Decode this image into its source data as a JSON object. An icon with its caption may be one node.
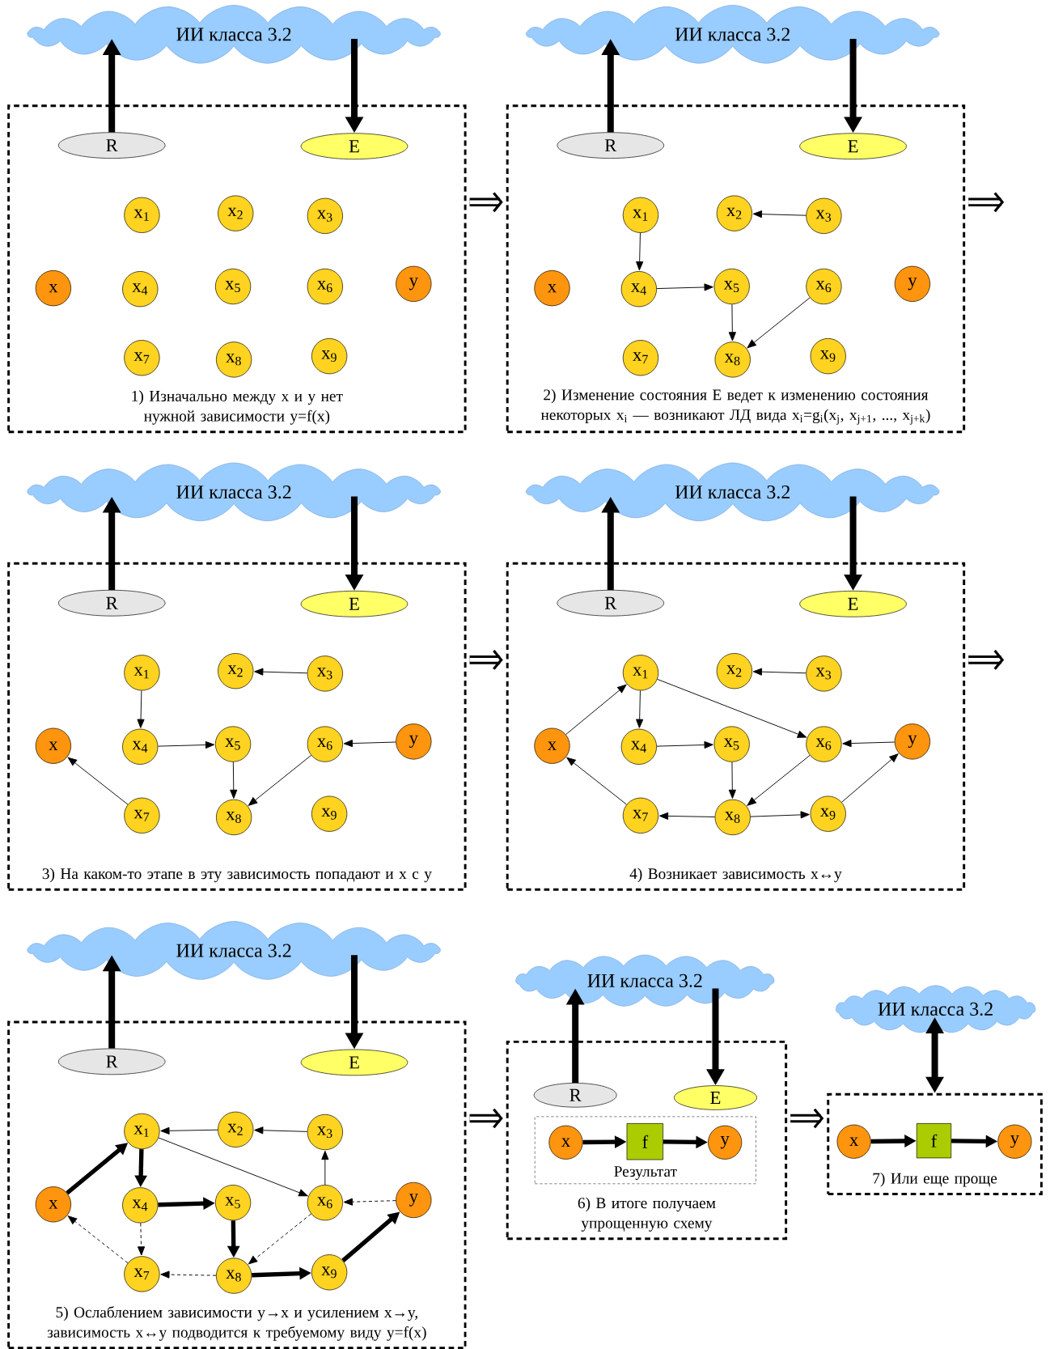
{
  "diagram": {
    "nodes": [
      {
        "text": [
          "ИИ класса 3.2"
        ]
      },
      {
        "text": [
          "1) Изначально между x и y нет нужной зависимости y=f(x)"
        ]
      },
      {
        "text": [
          "R"
        ],
        "in": 1
      },
      {
        "text": [
          "E"
        ],
        "in": 1
      },
      {
        "text": [
          "x"
        ],
        "in": 1
      },
      {
        "text": [
          "x$_{1}$"
        ],
        "in": 1
      },
      {
        "text": [
          "x$_{2}$"
        ],
        "in": 1
      },
      {
        "text": [
          "x$_{3}$"
        ],
        "in": 1
      },
      {
        "text": [
          "x$_{4}$"
        ],
        "in": 1
      },
      {
        "text": [
          "x$_{5}$"
        ],
        "in": 1
      },
      {
        "text": [
          "x$_{6}$"
        ],
        "in": 1
      },
      {
        "text": [
          "x$_{7}$"
        ],
        "in": 1
      },
      {
        "text": [
          "x$_{8}$"
        ],
        "in": 1
      },
      {
        "text": [
          "x$_{9}$"
        ],
        "in": 1
      },
      {
        "text": [
          "y"
        ],
        "in": 1
      },
      {
        "text": [
          "ИИ класса 3.2"
        ]
      },
      {
        "text": [
          "2) Изменение состояния E ведет к изменению состояния некоторых x$_{i}$ — возникают ЛД вида x$_{i}$=g$_{i}$(x$_{j}$, x$_{j+1}$, ..., x$_{j+k}$)"
        ]
      },
      {
        "text": [
          "R"
        ],
        "in": 16
      },
      {
        "text": [
          "E"
        ],
        "in": 16
      },
      {
        "text": [
          "x"
        ],
        "in": 16
      },
      {
        "text": [
          "x$_{1}$"
        ],
        "in": 16
      },
      {
        "text": [
          "x$_{2}$"
        ],
        "in": 16
      },
      {
        "text": [
          "x$_{3}$"
        ],
        "in": 16
      },
      {
        "text": [
          "x$_{4}$"
        ],
        "in": 16
      },
      {
        "text": [
          "x$_{5}$"
        ],
        "in": 16
      },
      {
        "text": [
          "x$_{6}$"
        ],
        "in": 16
      },
      {
        "text": [
          "x$_{7}$"
        ],
        "in": 16
      },
      {
        "text": [
          "x$_{8}$"
        ],
        "in": 16
      },
      {
        "text": [
          "x$_{9}$"
        ],
        "in": 16
      },
      {
        "text": [
          "y"
        ],
        "in": 16
      },
      {
        "text": [
          "ИИ класса 3.2"
        ]
      },
      {
        "text": [
          "3) На каком-то этапе в эту зависимость попадают и x с y"
        ]
      },
      {
        "text": [
          "R"
        ],
        "in": 31
      },
      {
        "text": [
          "E"
        ],
        "in": 31
      },
      {
        "text": [
          "x"
        ],
        "in": 31
      },
      {
        "text": [
          "x$_{1}$"
        ],
        "in": 31
      },
      {
        "text": [
          "x$_{2}$"
        ],
        "in": 31
      },
      {
        "text": [
          "x$_{3}$"
        ],
        "in": 31
      },
      {
        "text": [
          "x$_{4}$"
        ],
        "in": 31
      },
      {
        "text": [
          "x$_{5}$"
        ],
        "in": 31
      },
      {
        "text": [
          "x$_{6}$"
        ],
        "in": 31
      },
      {
        "text": [
          "x$_{7}$"
        ],
        "in": 31
      },
      {
        "text": [
          "x$_{8}$"
        ],
        "in": 31
      },
      {
        "text": [
          "x$_{9}$"
        ],
        "in": 31
      },
      {
        "text": [
          "y"
        ],
        "in": 31
      },
      {
        "text": [
          "ИИ класса 3.2"
        ]
      },
      {
        "text": [
          "4) Возникает зависимость x↔y"
        ]
      },
      {
        "text": [
          "R"
        ],
        "in": 46
      },
      {
        "text": [
          "E"
        ],
        "in": 46
      },
      {
        "text": [
          "x"
        ],
        "in": 46
      },
      {
        "text": [
          "x$_{1}$"
        ],
        "in": 46
      },
      {
        "text": [
          "x$_{2}$"
        ],
        "in": 46
      },
      {
        "text": [
          "x$_{3}$"
        ],
        "in": 46
      },
      {
        "text": [
          "x$_{4}$"
        ],
        "in": 46
      },
      {
        "text": [
          "x$_{5}$"
        ],
        "in": 46
      },
      {
        "text": [
          "x$_{6}$"
        ],
        "in": 46
      },
      {
        "text": [
          "x$_{7}$"
        ],
        "in": 46
      },
      {
        "text": [
          "x$_{8}$"
        ],
        "in": 46
      },
      {
        "text": [
          "x$_{9}$"
        ],
        "in": 46
      },
      {
        "text": [
          "y"
        ],
        "in": 46
      },
      {
        "text": [
          "ИИ класса 3.2"
        ]
      },
      {
        "text": [
          "5) Ослаблением зависимости y→x и усилением x→y, зависимость x↔y подводится к требуемому виду y=f(x)"
        ]
      },
      {
        "text": [
          "R"
        ],
        "in": 61
      },
      {
        "text": [
          "E"
        ],
        "in": 61
      },
      {
        "text": [
          "x"
        ],
        "in": 61
      },
      {
        "text": [
          "x$_{1}$"
        ],
        "in": 61
      },
      {
        "text": [
          "x$_{2}$"
        ],
        "in": 61
      },
      {
        "text": [
          "x$_{3}$"
        ],
        "in": 61
      },
      {
        "text": [
          "x$_{4}$"
        ],
        "in": 61
      },
      {
        "text": [
          "x$_{5}$"
        ],
        "in": 61
      },
      {
        "text": [
          "x$_{6}$"
        ],
        "in": 61
      },
      {
        "text": [
          "x$_{7}$"
        ],
        "in": 61
      },
      {
        "text": [
          "x$_{8}$"
        ],
        "in": 61
      },
      {
        "text": [
          "x$_{9}$"
        ],
        "in": 61
      },
      {
        "text": [
          "y"
        ],
        "in": 61
      },
      {
        "text": [
          "ИИ класса 3.2"
        ]
      },
      {
        "text": [
          "6) В итоге получаем упрощенную схему"
        ]
      },
      {
        "text": [
          "R"
        ],
        "in": 76
      },
      {
        "text": [
          "E"
        ],
        "in": 76
      },
      {
        "text": [
          "Результат"
        ],
        "in": 76
      },
      {
        "text": [
          "x"
        ],
        "in": 79
      },
      {
        "text": [
          "f"
        ],
        "in": 79
      },
      {
        "text": [
          "y"
        ],
        "in": 79
      },
      {
        "text": [
          "ИИ класса 3.2"
        ]
      },
      {
        "text": [
          "7) Или еще проще"
        ]
      },
      {
        "text": [
          "x"
        ],
        "in": 84
      },
      {
        "text": [
          "f"
        ],
        "in": 84
      },
      {
        "text": [
          "y"
        ],
        "in": 84
      }
    ],
    "edges": [
      {
        "from": 2,
        "to": 0,
        "arrow": "to",
        "style": "thick"
      },
      {
        "from": 0,
        "to": 3,
        "arrow": "to",
        "style": "thick"
      },
      {
        "from": 1,
        "to": 16,
        "arrow": "to",
        "style": "thick"
      },
      {
        "from": 17,
        "to": 15,
        "arrow": "to",
        "style": "thick"
      },
      {
        "from": 15,
        "to": 18,
        "arrow": "to",
        "style": "thick"
      },
      {
        "from": 20,
        "to": 23,
        "arrow": "to"
      },
      {
        "from": 22,
        "to": 21,
        "arrow": "to"
      },
      {
        "from": 23,
        "to": 24,
        "arrow": "to"
      },
      {
        "from": 24,
        "to": 27,
        "arrow": "to"
      },
      {
        "from": 25,
        "to": 27,
        "arrow": "to"
      },
      {
        "from": 16,
        "to": null,
        "arrow": "to",
        "style": "thick"
      },
      {
        "from": 32,
        "to": 30,
        "arrow": "to",
        "style": "thick"
      },
      {
        "from": 30,
        "to": 33,
        "arrow": "to",
        "style": "thick"
      },
      {
        "from": 35,
        "to": 38,
        "arrow": "to"
      },
      {
        "from": 37,
        "to": 36,
        "arrow": "to"
      },
      {
        "from": 38,
        "to": 39,
        "arrow": "to"
      },
      {
        "from": 39,
        "to": 42,
        "arrow": "to"
      },
      {
        "from": 40,
        "to": 42,
        "arrow": "to"
      },
      {
        "from": 41,
        "to": 34,
        "arrow": "to"
      },
      {
        "from": 44,
        "to": 40,
        "arrow": "to"
      },
      {
        "from": 31,
        "to": 46,
        "arrow": "to",
        "style": "thick"
      },
      {
        "from": 47,
        "to": 45,
        "arrow": "to",
        "style": "thick"
      },
      {
        "from": 45,
        "to": 48,
        "arrow": "to",
        "style": "thick"
      },
      {
        "from": 49,
        "to": 50,
        "arrow": "to"
      },
      {
        "from": 50,
        "to": 53,
        "arrow": "to"
      },
      {
        "from": 50,
        "to": 55,
        "arrow": "to"
      },
      {
        "from": 52,
        "to": 51,
        "arrow": "to"
      },
      {
        "from": 53,
        "to": 54,
        "arrow": "to"
      },
      {
        "from": 54,
        "to": 57,
        "arrow": "to"
      },
      {
        "from": 55,
        "to": 57,
        "arrow": "to"
      },
      {
        "from": 59,
        "to": 55,
        "arrow": "to"
      },
      {
        "from": 57,
        "to": 56,
        "arrow": "to"
      },
      {
        "from": 56,
        "to": 49,
        "arrow": "to"
      },
      {
        "from": 57,
        "to": 58,
        "arrow": "to"
      },
      {
        "from": 58,
        "to": 59,
        "arrow": "to"
      },
      {
        "from": 46,
        "to": null,
        "arrow": "to",
        "style": "thick"
      },
      {
        "from": 62,
        "to": 60,
        "arrow": "to",
        "style": "thick"
      },
      {
        "from": 60,
        "to": 63,
        "arrow": "to",
        "style": "thick"
      },
      {
        "from": 64,
        "to": 65,
        "arrow": "to",
        "style": "thick"
      },
      {
        "from": 65,
        "to": 68,
        "arrow": "to",
        "style": "thick"
      },
      {
        "from": 66,
        "to": 65,
        "arrow": "to"
      },
      {
        "from": 67,
        "to": 66,
        "arrow": "to"
      },
      {
        "from": 65,
        "to": 70,
        "arrow": "to"
      },
      {
        "from": 70,
        "to": 67,
        "arrow": "to"
      },
      {
        "from": 68,
        "to": 69,
        "arrow": "to",
        "style": "thick"
      },
      {
        "from": 68,
        "to": 71,
        "arrow": "to",
        "style": "dashed"
      },
      {
        "from": 69,
        "to": 72,
        "arrow": "to",
        "style": "thick"
      },
      {
        "from": 70,
        "to": 72,
        "arrow": "to",
        "style": "dashed"
      },
      {
        "from": 74,
        "to": 70,
        "arrow": "to",
        "style": "dashed"
      },
      {
        "from": 71,
        "to": 64,
        "arrow": "to",
        "style": "dashed"
      },
      {
        "from": 72,
        "to": 71,
        "arrow": "to",
        "style": "dashed"
      },
      {
        "from": 72,
        "to": 73,
        "arrow": "to",
        "style": "thick"
      },
      {
        "from": 73,
        "to": 74,
        "arrow": "to",
        "style": "thick"
      },
      {
        "from": 61,
        "to": 76,
        "arrow": "to",
        "style": "thick"
      },
      {
        "from": 77,
        "to": 75,
        "arrow": "to",
        "style": "thick"
      },
      {
        "from": 75,
        "to": 78,
        "arrow": "to",
        "style": "thick"
      },
      {
        "from": 80,
        "to": 81,
        "arrow": "to",
        "style": "thick"
      },
      {
        "from": 81,
        "to": 82,
        "arrow": "to",
        "style": "thick"
      },
      {
        "from": 76,
        "to": 84,
        "arrow": "to",
        "style": "thick"
      },
      {
        "from": 83,
        "to": 84,
        "arrow": "both",
        "style": "thick"
      },
      {
        "from": 85,
        "to": 86,
        "arrow": "to",
        "style": "thick"
      },
      {
        "from": 86,
        "to": 87,
        "arrow": "to",
        "style": "thick"
      }
    ]
  }
}
